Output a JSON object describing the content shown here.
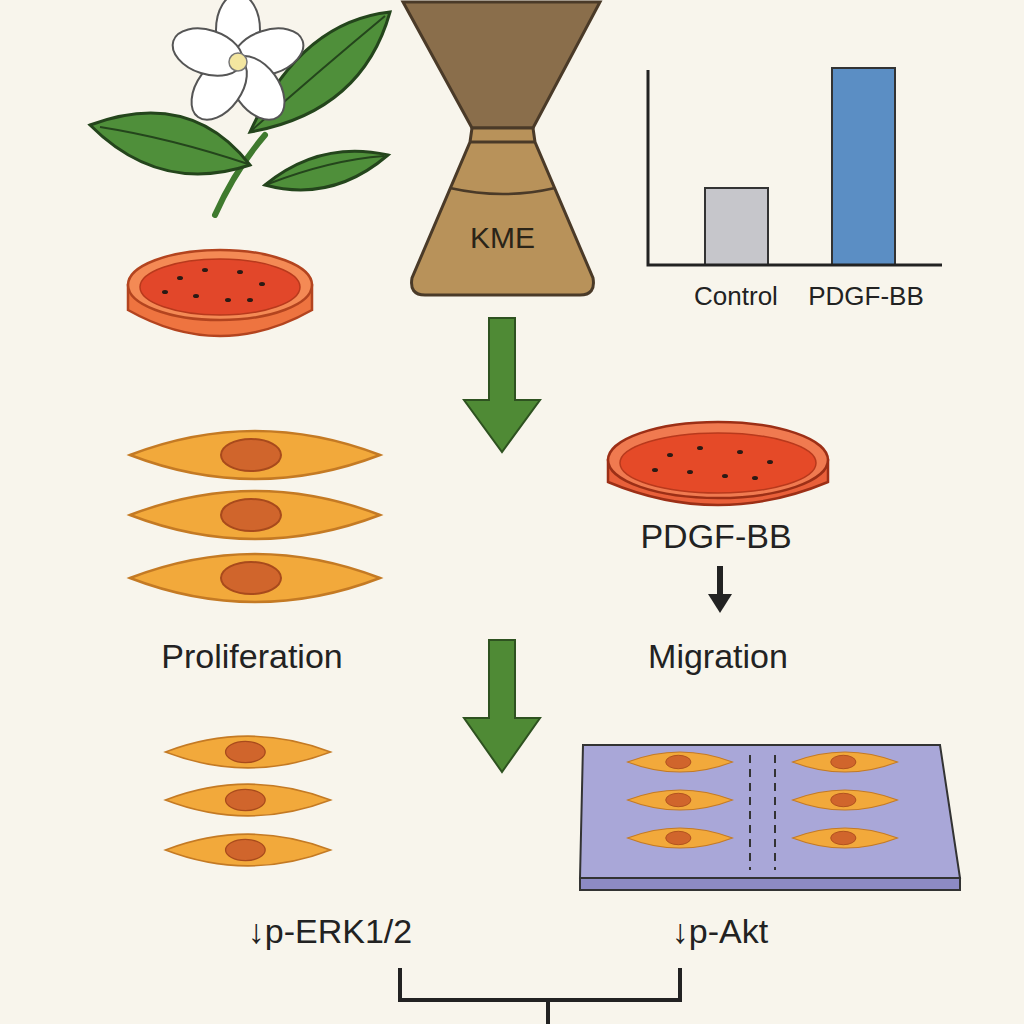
{
  "diagram": {
    "nodes": [
      {
        "text": [
          "KME"
        ]
      }
    ],
    "labels": [
      "Control",
      "PDGF-BB",
      "PDGF-BB",
      "Proliferation",
      "Migration",
      "↓p-ERK1/2",
      "↓p-Akt"
    ]
  }
}
